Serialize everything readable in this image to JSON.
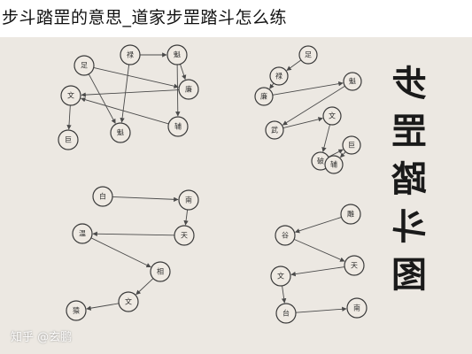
{
  "page_title": "步斗踏罡的意思_道家步罡踏斗怎么练",
  "big_title": [
    "步",
    "罡",
    "踏",
    "斗",
    "图"
  ],
  "watermark": "知乎 @玄鹏",
  "diagrams": [
    {
      "nodes": [
        {
          "label": "足"
        },
        {
          "label": "禄"
        },
        {
          "label": "魁"
        },
        {
          "label": "廉"
        },
        {
          "label": "文"
        },
        {
          "label": "魁"
        },
        {
          "label": "辅"
        },
        {
          "label": "巨"
        }
      ]
    },
    {
      "nodes": [
        {
          "label": "足"
        },
        {
          "label": "禄"
        },
        {
          "label": "魁"
        },
        {
          "label": "廉"
        },
        {
          "label": "文"
        },
        {
          "label": "武"
        },
        {
          "label": "巨"
        },
        {
          "label": "破"
        },
        {
          "label": "辅"
        }
      ]
    },
    {
      "nodes": [
        {
          "label": "白"
        },
        {
          "label": "南"
        },
        {
          "label": "天"
        },
        {
          "label": "温"
        },
        {
          "label": "相"
        },
        {
          "label": "文"
        },
        {
          "label": "猿"
        }
      ]
    },
    {
      "nodes": [
        {
          "label": "雕"
        },
        {
          "label": "谷"
        },
        {
          "label": "天"
        },
        {
          "label": "文"
        },
        {
          "label": "台"
        },
        {
          "label": "南"
        }
      ]
    }
  ]
}
